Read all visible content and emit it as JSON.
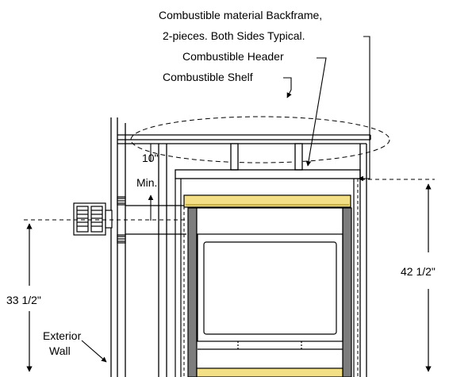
{
  "labels": {
    "backframe_line1": "Combustible material Backframe,",
    "backframe_line2": "2-pieces. Both Sides Typical.",
    "header": "Combustible Header",
    "shelf": "Combustible Shelf",
    "clearance_top": "10\"",
    "clearance_bottom": "Min.",
    "height_right": "42 1/2\"",
    "height_left": "33 1/2\"",
    "wall_line1": "Exterior",
    "wall_line2": "Wall"
  },
  "colors": {
    "line": "#000000",
    "trim_fill": "#f3df86",
    "trim_edge": "#c9b24a",
    "surround_grey": "#7d7d7d",
    "vent_fill": "#ffffff"
  }
}
